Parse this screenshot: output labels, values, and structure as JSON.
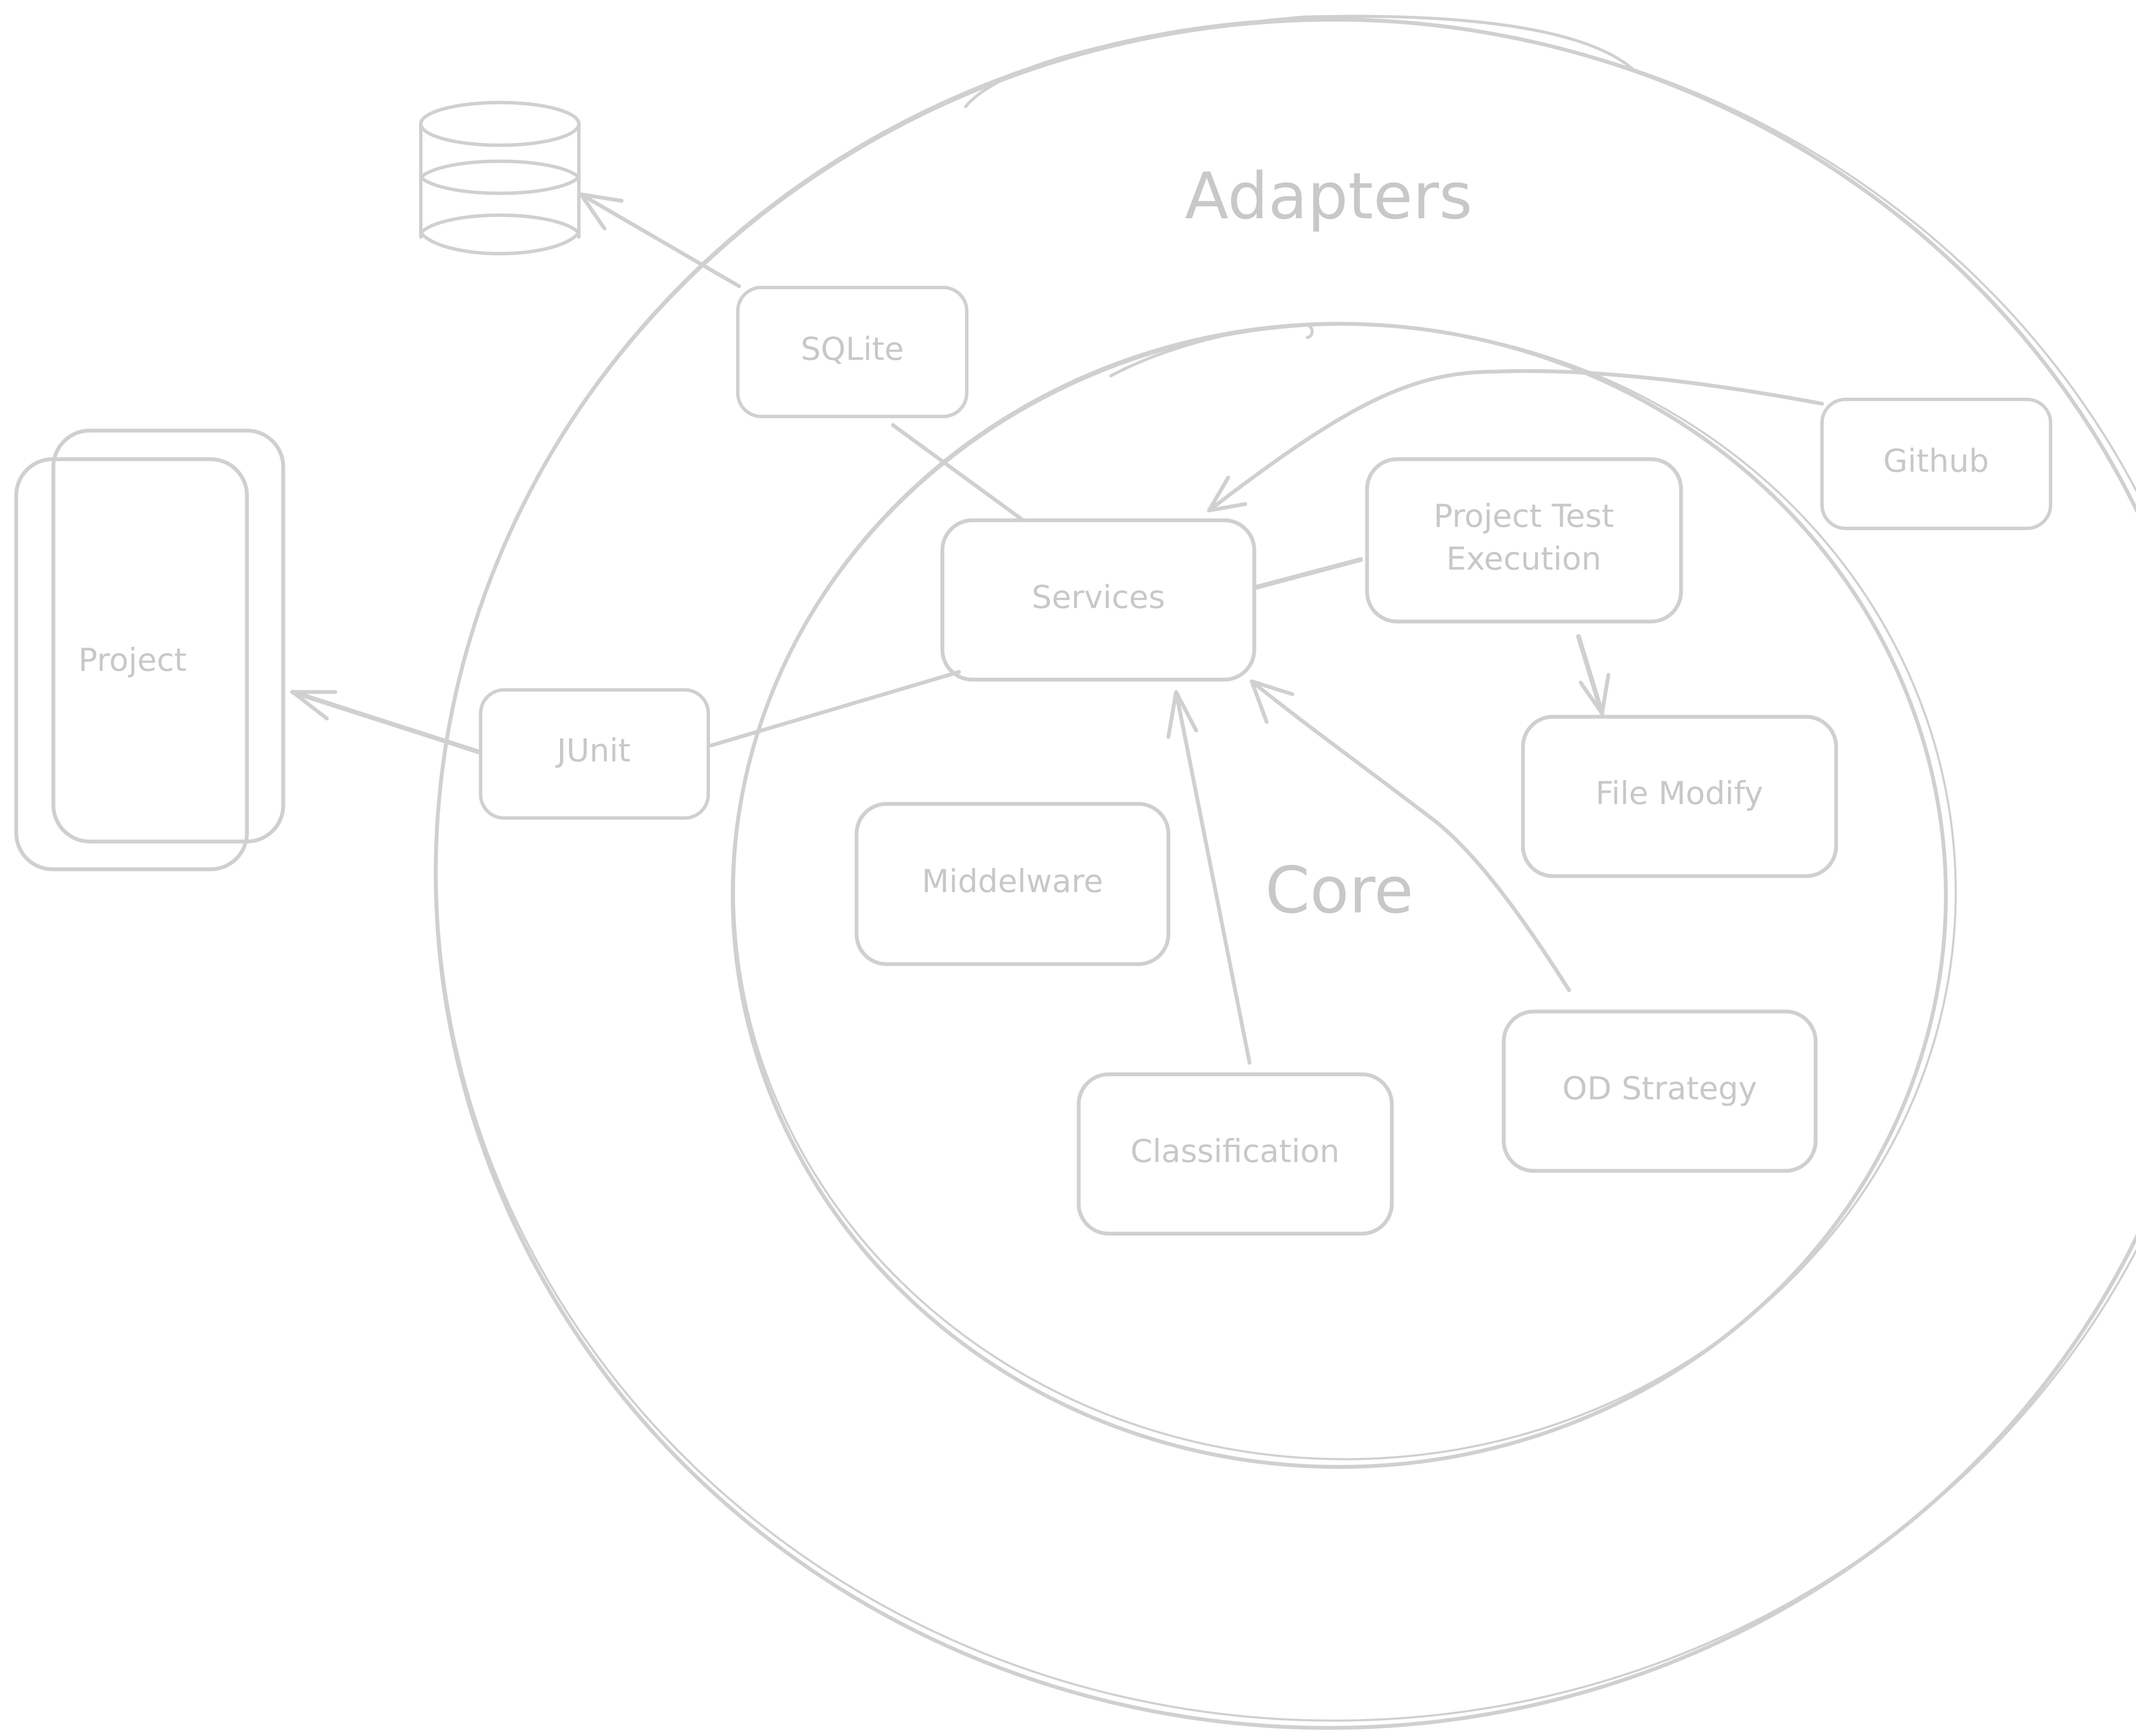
{
  "colors": {
    "background": "#ffffff",
    "stroke": "#d0d0d0",
    "text": "#c8c8c8"
  },
  "regions": {
    "adapters": {
      "label": "Adapters"
    },
    "core": {
      "label": "Core"
    }
  },
  "nodes": {
    "sqlite": {
      "label": "SQLite"
    },
    "github": {
      "label": "Github"
    },
    "project": {
      "label": "Project"
    },
    "junit": {
      "label": "JUnit"
    },
    "services": {
      "label": "Services"
    },
    "project_test_execution": {
      "line1": "Project Test",
      "line2": "Execution"
    },
    "file_modify": {
      "label": "File Modify"
    },
    "middelware": {
      "label": "Middelware"
    },
    "classification": {
      "label": "Classification"
    },
    "od_strategy": {
      "label": "OD Strategy"
    },
    "database": {
      "icon": "database-cylinder-icon"
    }
  },
  "connections": [
    {
      "from": "SQLite",
      "to": "database",
      "arrow": true
    },
    {
      "from": "SQLite",
      "to": "Services",
      "arrow": false
    },
    {
      "from": "JUnit",
      "to": "Services",
      "arrow": false
    },
    {
      "from": "JUnit",
      "to": "Project",
      "arrow": true
    },
    {
      "from": "Github",
      "to": "Services",
      "arrow": true
    },
    {
      "from": "Services",
      "to": "Project Test Execution",
      "arrow": false
    },
    {
      "from": "Project Test Execution",
      "to": "File Modify",
      "arrow": true
    },
    {
      "from": "Classification",
      "to": "Services",
      "arrow": true
    },
    {
      "from": "OD Strategy",
      "to": "Services",
      "arrow": true
    }
  ]
}
